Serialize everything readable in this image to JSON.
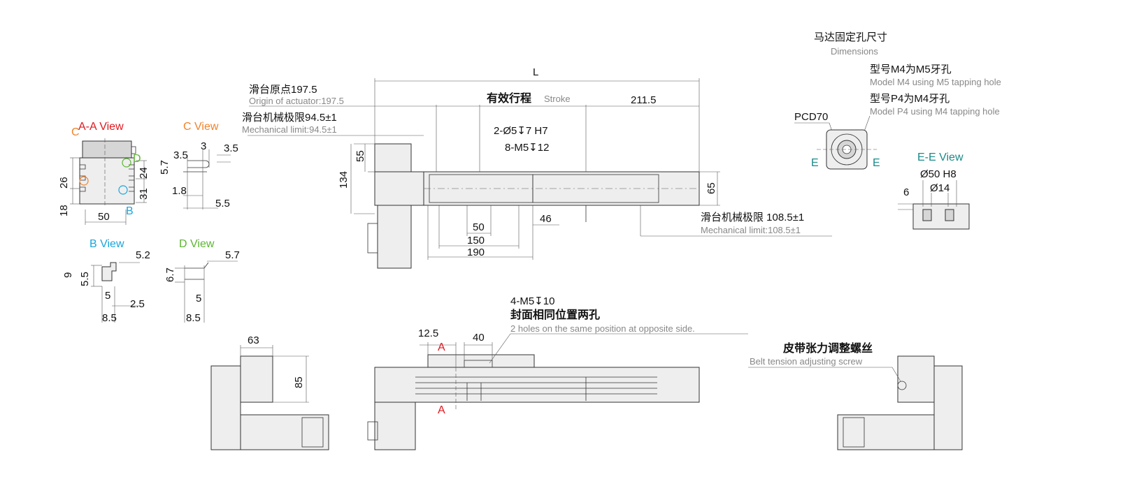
{
  "views": {
    "aa": "A-A View",
    "c": "C View",
    "b": "B View",
    "d": "D View",
    "ee": "E-E View"
  },
  "markers": {
    "a": "A",
    "b": "B",
    "c": "C",
    "d": "D",
    "e": "E"
  },
  "colors": {
    "red": "#e0181f",
    "orange": "#f0822a",
    "blue": "#1aa5dc",
    "green": "#5cb531",
    "teal": "#1a8a8a"
  },
  "aa_dims": {
    "w50": "50",
    "h26": "26",
    "h18": "18",
    "h24": "24",
    "h31": "31"
  },
  "c_dims": {
    "d3_5a": "3.5",
    "d3": "3",
    "d3_5b": "3.5",
    "d5_7": "5.7",
    "d1_8": "1.8",
    "d5_5": "5.5"
  },
  "b_dims": {
    "d5_2": "5.2",
    "d9": "9",
    "d5_5": "5.5",
    "d5": "5",
    "d2_5": "2.5",
    "d8_5": "8.5"
  },
  "d_dims": {
    "d5_7": "5.7",
    "d6_7": "6.7",
    "d5": "5",
    "d8_5": "8.5"
  },
  "main": {
    "L": "L",
    "origin_cn": "滑台原点197.5",
    "origin_en": "Origin of actuator:197.5",
    "mech_left_cn": "滑台机械极限94.5±1",
    "mech_left_en": "Mechanical limit:94.5±1",
    "stroke_cn": "有效行程",
    "stroke_en": "Stroke",
    "d211_5": "211.5",
    "holes1": "2-Ø5↧7 H7",
    "holes2": "8-M5↧12",
    "d55": "55",
    "d134": "134",
    "d65": "65",
    "d50": "50",
    "d150": "150",
    "d190": "190",
    "d46": "46",
    "mech_right_cn": "滑台机械极限 108.5±1",
    "mech_right_en": "Mechanical limit:108.5±1"
  },
  "motor": {
    "title_cn": "马达固定孔尺寸",
    "title_en": "Dimensions",
    "m4_cn": "型号M4为M5牙孔",
    "m4_en": "Model M4 using M5 tapping hole",
    "p4_cn": "型号P4为M4牙孔",
    "p4_en": "Model P4 using M4 tapping hole",
    "pcd": "PCD70"
  },
  "ee": {
    "d50h8": "Ø50 H8",
    "d14": "Ø14",
    "d6": "6"
  },
  "bottom": {
    "d63": "63",
    "d85": "85",
    "d12_5": "12.5",
    "d40": "40",
    "holes_cn1": "4-M5↧10",
    "holes_cn2": "封面相同位置两孔",
    "holes_en": "2 holes on the same position at opposite side.",
    "belt_cn": "皮带张力调整螺丝",
    "belt_en": "Belt tension adjusting screw"
  }
}
